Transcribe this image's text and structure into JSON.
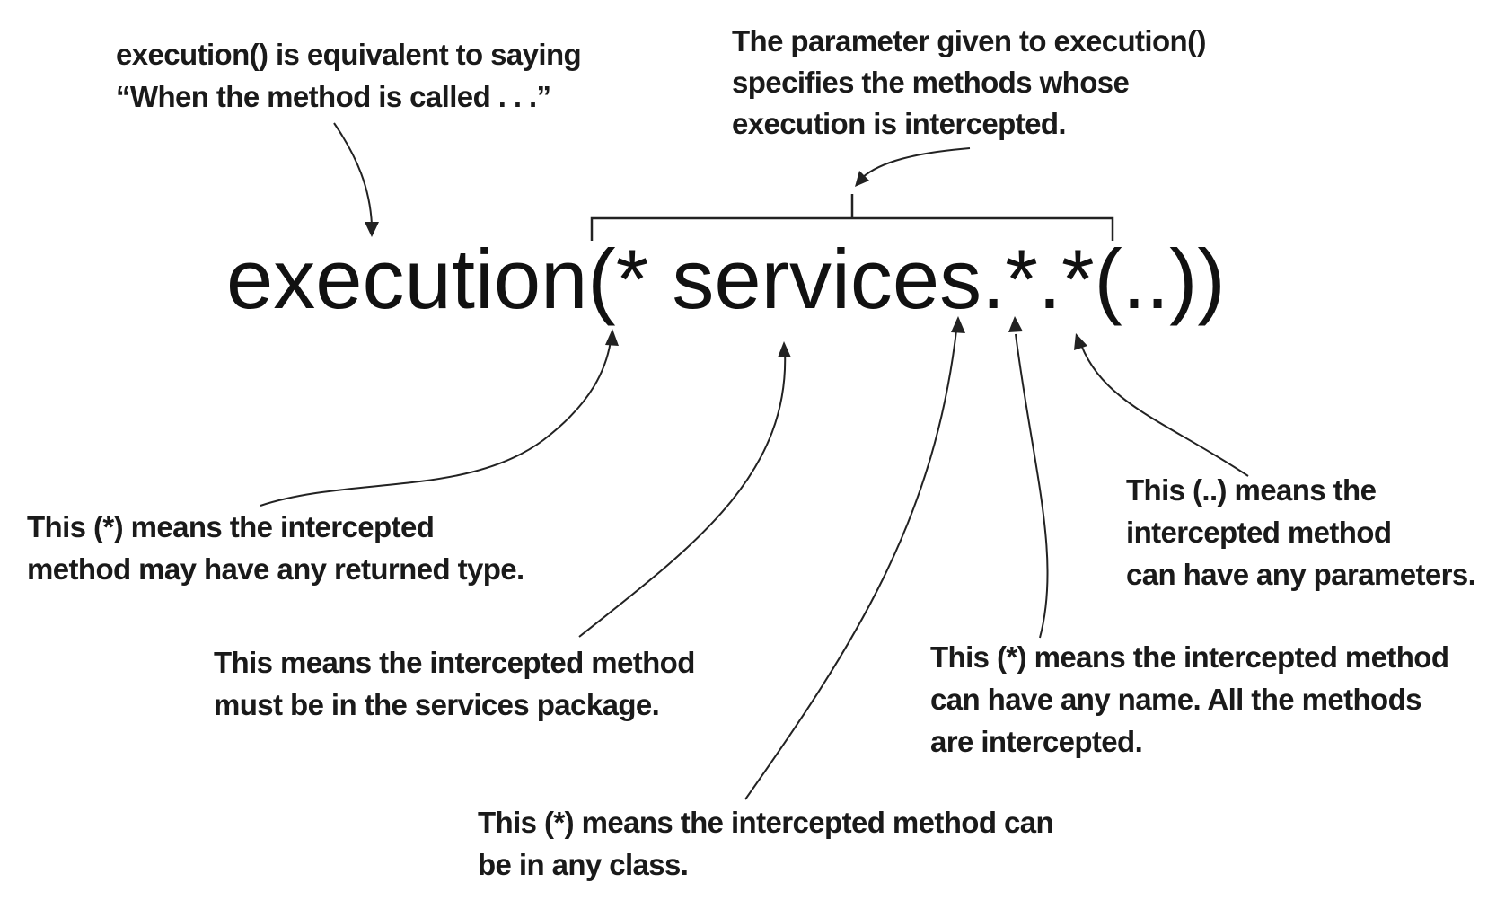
{
  "expression": "execution(* services.*.*(..))",
  "notes": {
    "execution": {
      "lines": [
        "execution() is equivalent to saying",
        "“When the method is called . . .”"
      ]
    },
    "parameter": {
      "lines": [
        "The parameter given to execution()",
        "specifies the methods whose",
        "execution is intercepted."
      ]
    },
    "return_type": {
      "lines": [
        "This (*) means the intercepted",
        "method may have any returned type."
      ]
    },
    "package": {
      "lines": [
        "This means the intercepted method",
        "must be in the services package."
      ]
    },
    "class": {
      "lines": [
        "This (*) means the intercepted method can",
        "be in any class."
      ]
    },
    "method_name": {
      "lines": [
        "This (*) means the intercepted method",
        "can have any name. All the methods",
        "are intercepted."
      ]
    },
    "parameters": {
      "lines": [
        "This (..) means the",
        "intercepted method",
        "can have any parameters."
      ]
    }
  }
}
